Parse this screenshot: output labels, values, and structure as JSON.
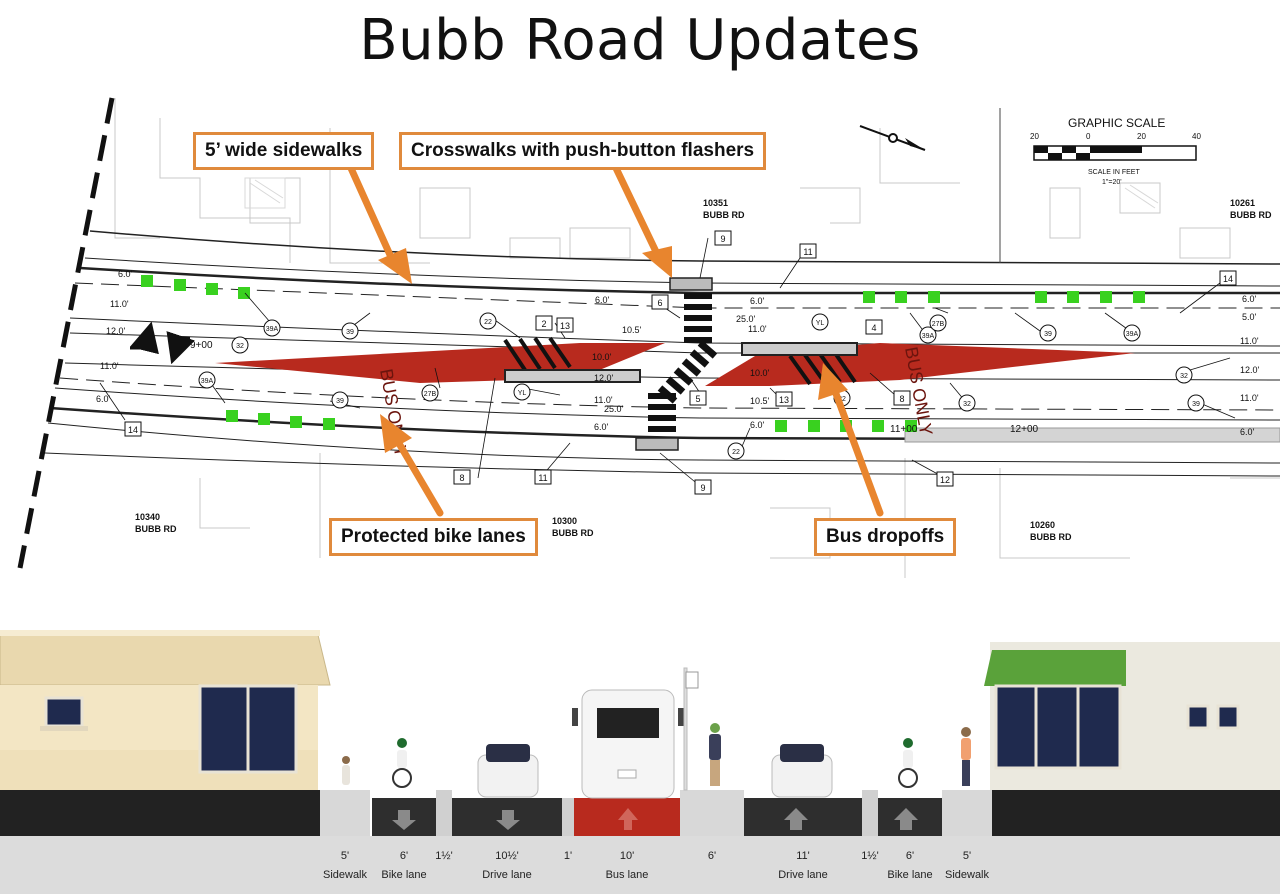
{
  "title": "Bubb Road Updates",
  "callouts": {
    "sidewalks": "5’ wide sidewalks",
    "crosswalks": "Crosswalks with push-button flashers",
    "bike_lanes": "Protected bike lanes",
    "bus_dropoffs": "Bus dropoffs"
  },
  "scale": {
    "title": "GRAPHIC SCALE",
    "ticks": [
      "20",
      "0",
      "20",
      "40"
    ],
    "caption1": "SCALE IN FEET",
    "caption2": "1\"=20'"
  },
  "addresses": [
    {
      "num": "10351",
      "street": "BUBB RD"
    },
    {
      "num": "10261",
      "street": "BUBB RD"
    },
    {
      "num": "10340",
      "street": "BUBB RD"
    },
    {
      "num": "10300",
      "street": "BUBB RD"
    },
    {
      "num": "10260",
      "street": "BUBB RD"
    }
  ],
  "dims": {
    "a": "6.0'",
    "b": "11.0'",
    "c": "12.0'",
    "d": "11.0'",
    "e": "6.0'",
    "f": "6.0'",
    "g": "25.0'",
    "h": "11.0'",
    "i": "10.5'",
    "j": "10.0'",
    "k": "12.0'",
    "l": "11.0'",
    "m": "25.0'",
    "n": "6.0'",
    "o": "10.0'",
    "p": "10.5'",
    "q": "6.0'",
    "r": "6.0'",
    "s": "5.0'",
    "t": "11.0'",
    "u": "12.0'",
    "v": "11.0'",
    "w": "6.0'",
    "x": "6.0'"
  },
  "stations": [
    "9+00",
    "11+00",
    "12+00"
  ],
  "tags": {
    "t9a": "9",
    "t9b": "9",
    "t11a": "11",
    "t11b": "11",
    "t14a": "14",
    "t14b": "14",
    "t6": "6",
    "t2": "2",
    "t13a": "13",
    "t13b": "13",
    "t4": "4",
    "t5": "5",
    "t8a": "8",
    "t8b": "8",
    "t12": "12",
    "c39a": "39A",
    "c39": "39",
    "c32": "32",
    "c22a": "22",
    "c22b": "22",
    "c27b": "27B",
    "cyl": "YL",
    "c39a2": "39A",
    "c39b": "39",
    "c27b2": "27B",
    "c39c": "39",
    "c39a3": "39A",
    "c32b": "32",
    "c32c": "32",
    "c39d": "39",
    "c39a4": "39A",
    "c27b3": "27B",
    "cyl2": "YL",
    "c22c": "22"
  },
  "bus_marking": "BUS ONLY",
  "section": {
    "widths": [
      "5'",
      "6'",
      "1½'",
      "10½'",
      "1'",
      "10'",
      "6'",
      "11'",
      "1½'",
      "6'",
      "5'"
    ],
    "labels": [
      "Sidewalk",
      "Bike lane",
      "",
      "Drive lane",
      "",
      "Bus lane",
      "",
      "Drive lane",
      "",
      "Bike lane",
      "Sidewalk"
    ]
  },
  "colors": {
    "callout_border": "#e08a3c",
    "arrow": "#e8852e",
    "bus_lane": "#b82a1e",
    "bike_buffer": "#39d11f",
    "house_left": "#f3e6c4",
    "house_right": "#ebe9df",
    "awning": "#5aa23a",
    "road": "#2e2e2e",
    "curb": "#dcdcdc"
  }
}
